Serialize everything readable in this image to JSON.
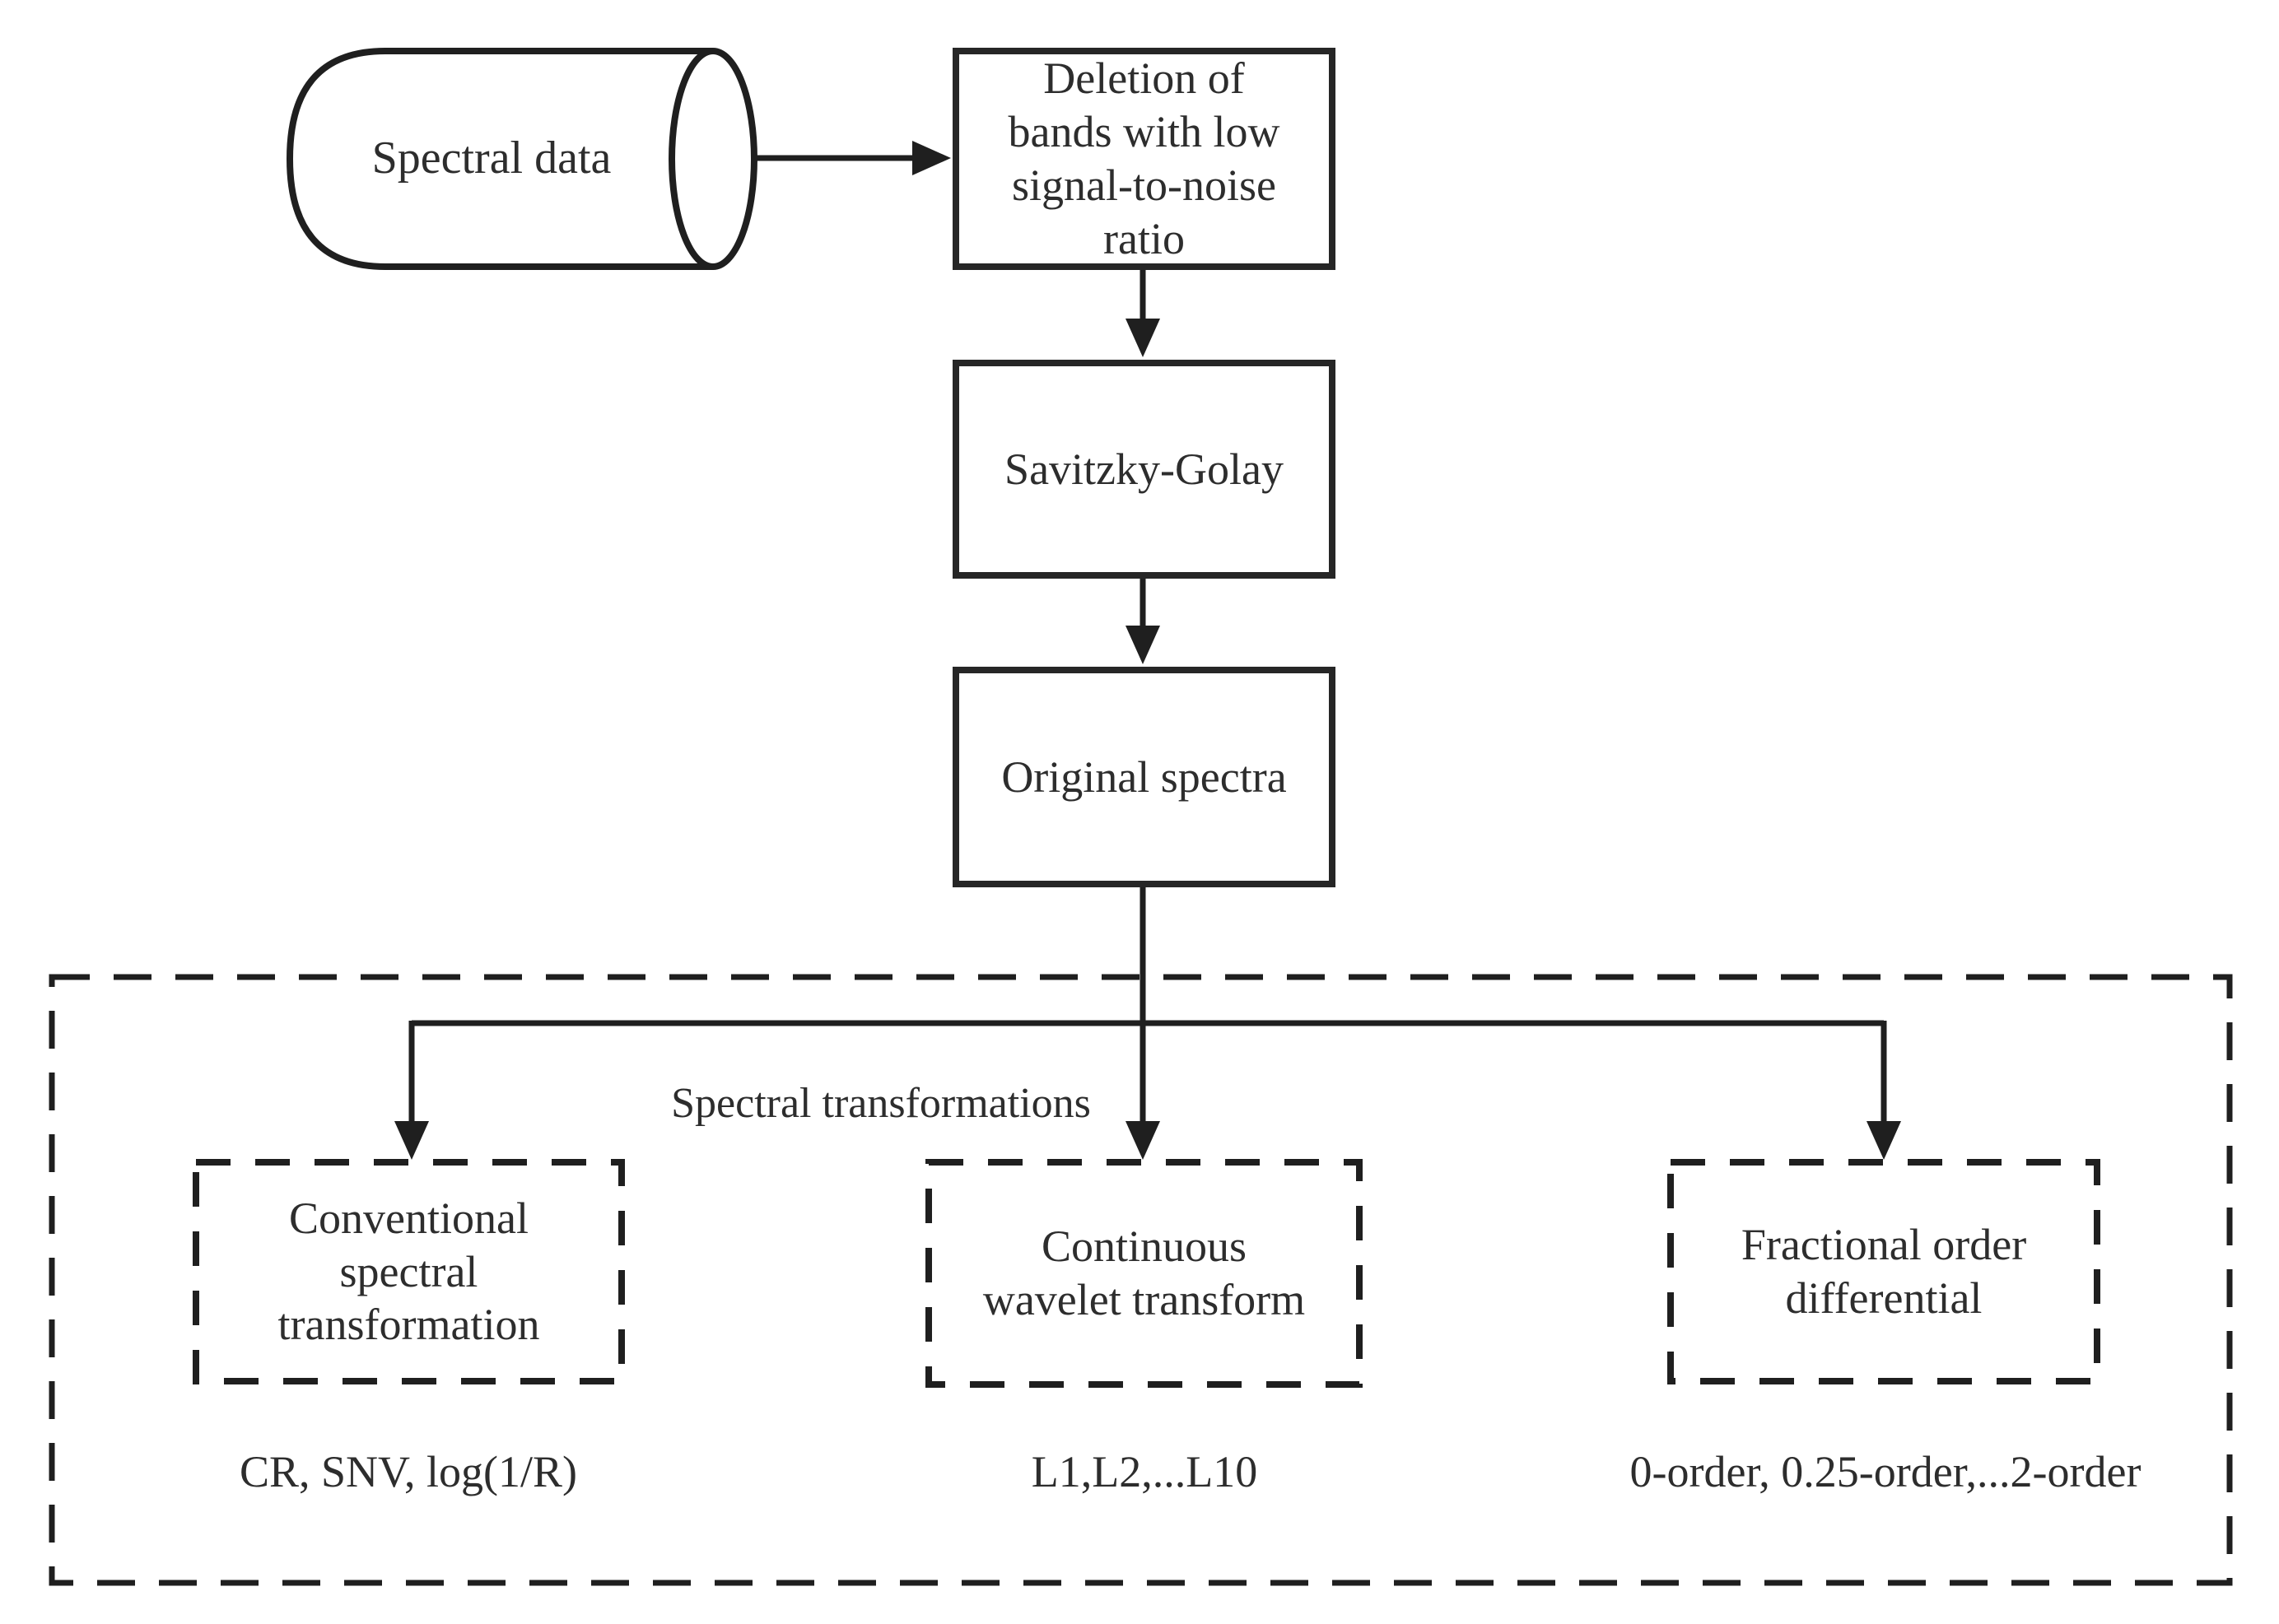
{
  "diagram": {
    "background_color": "#ffffff",
    "line_color": "#1f1f1f",
    "text_color": "#2d2d2d",
    "cylinder": {
      "label": "Spectral data"
    },
    "pipeline": [
      {
        "lines": [
          "Deletion of",
          "bands with low",
          "signal-to-noise",
          "ratio"
        ]
      },
      {
        "lines": [
          "Savitzky-Golay"
        ]
      },
      {
        "lines": [
          "Original spectra"
        ]
      }
    ],
    "container": {
      "label": "Spectral transformations"
    },
    "branches": [
      {
        "lines": [
          "Conventional",
          "spectral",
          "transformation"
        ],
        "caption": "CR, SNV, log(1/R)"
      },
      {
        "lines": [
          "Continuous",
          "wavelet transform"
        ],
        "caption": "L1,L2,...L10"
      },
      {
        "lines": [
          "Fractional order",
          "differential"
        ],
        "caption": "0-order, 0.25-order,...2-order"
      }
    ]
  }
}
